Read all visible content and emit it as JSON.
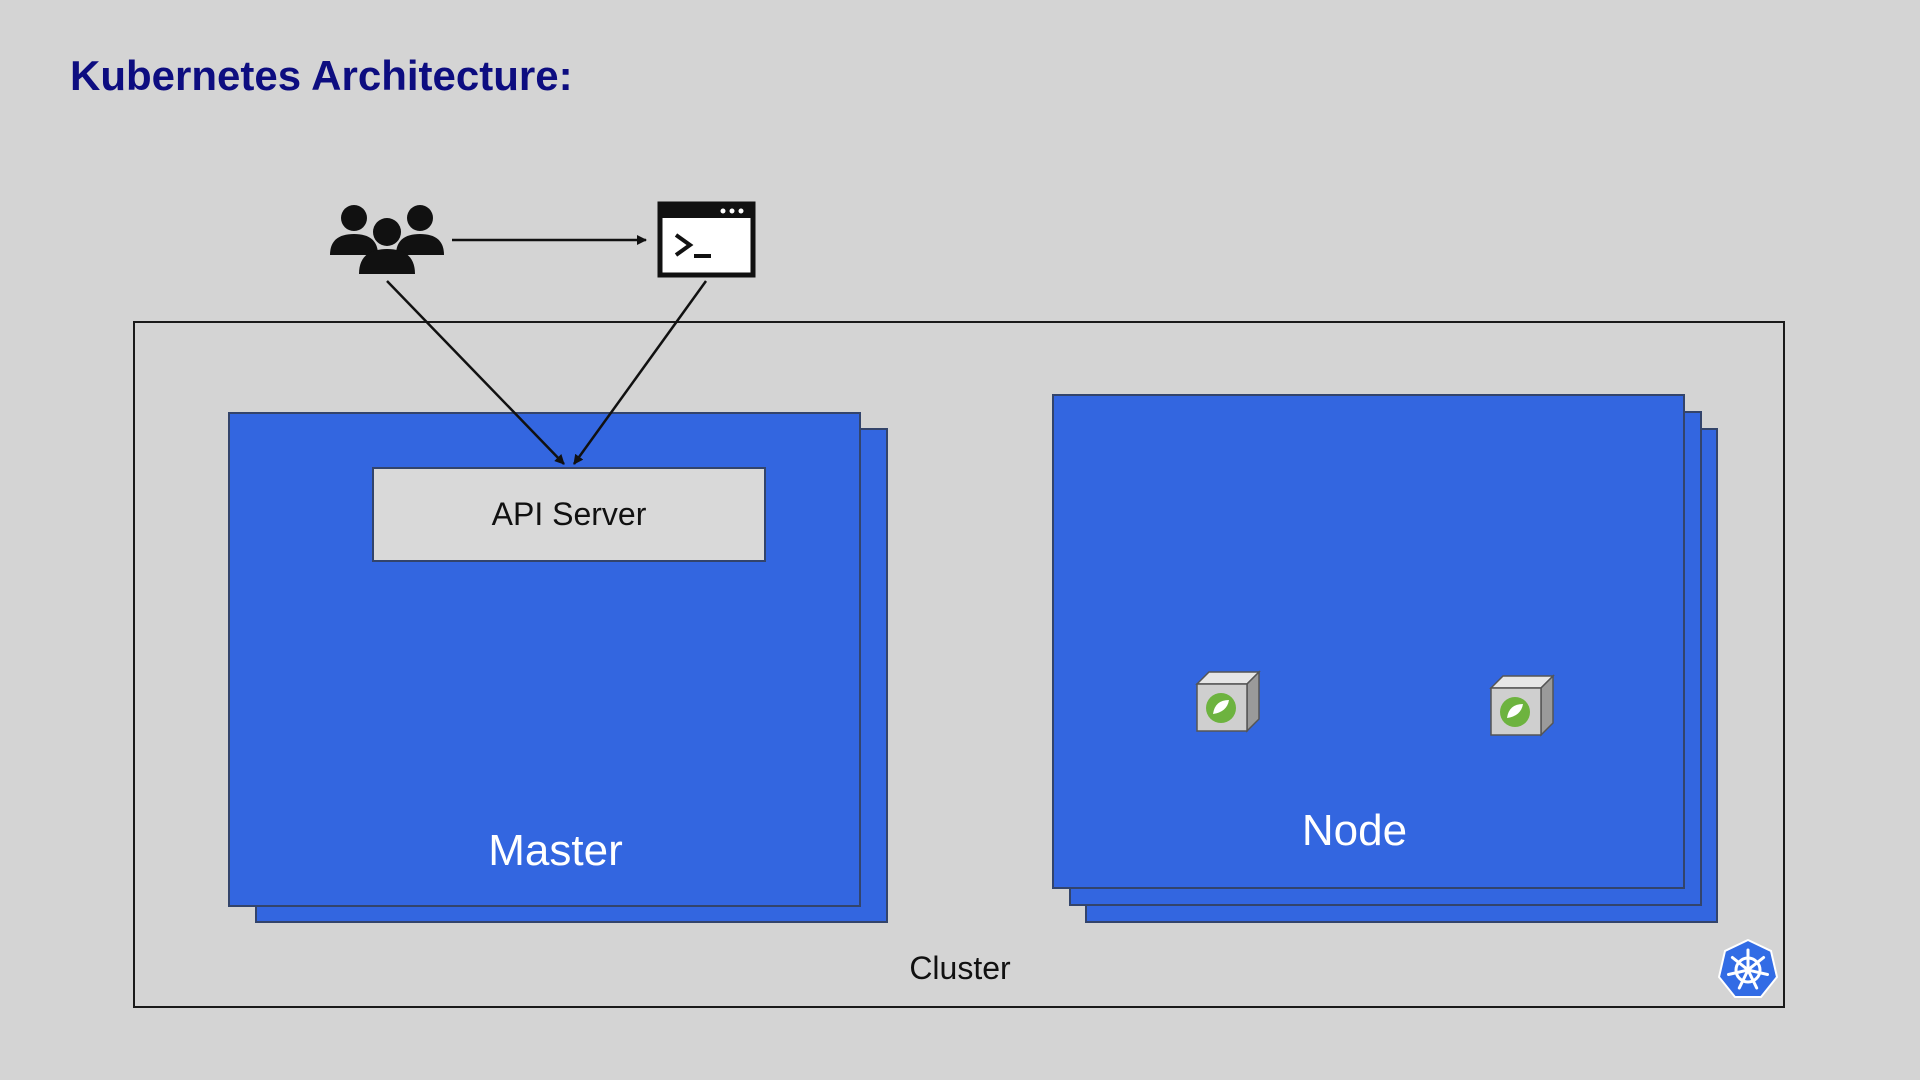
{
  "title": "Kubernetes Architecture:",
  "diagram": {
    "api_server_label": "API Server",
    "master_label": "Master",
    "node_label": "Node",
    "cluster_label": "Cluster"
  },
  "icons": {
    "users": "users-icon",
    "terminal": "terminal-icon",
    "pod": "spring-pod-icon",
    "kubernetes": "kubernetes-logo-icon"
  },
  "colors": {
    "title": "#0d0d80",
    "background": "#d4d4d4",
    "box_blue": "#3366e0",
    "api_server_fill": "#d9d9d9",
    "k8s_logo": "#326ce5",
    "spring_green": "#6db33f"
  }
}
